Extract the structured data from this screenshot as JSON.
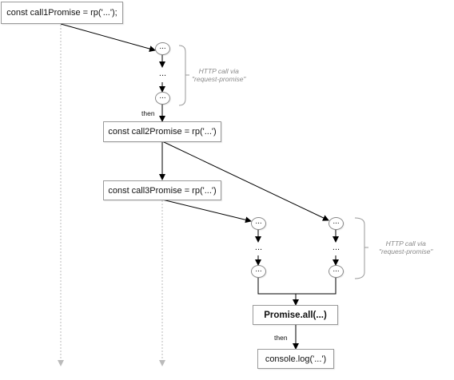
{
  "boxes": {
    "call1": "const call1Promise = rp('...');",
    "call2": "const call2Promise = rp('...')",
    "call3": "const call3Promise = rp('...')",
    "all": "Promise.all(...)",
    "log": "console.log('...')"
  },
  "node_label": "...",
  "gap_label": "...",
  "then_label": "then",
  "http_note": {
    "line1": "HTTP call via",
    "line2": "\"request-promise\""
  },
  "colors": {
    "arrow": "#000000",
    "timeline": "#bbbbbb",
    "note": "#8a8a8a",
    "bracket": "#9a9a9a"
  }
}
